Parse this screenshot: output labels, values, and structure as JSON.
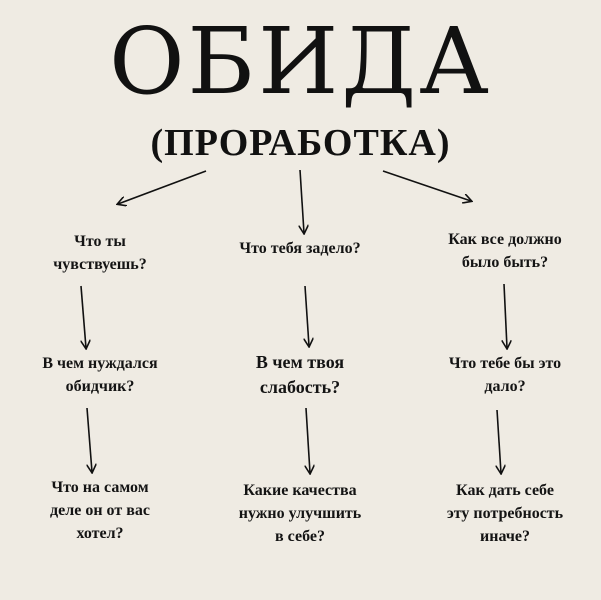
{
  "title": "ОБИДА",
  "subtitle": "(ПРОРАБОТКА)",
  "columns": [
    {
      "q1": "Что ты\nчувствуешь?",
      "q2": "В чем нуждался\nобидчик?",
      "q3": "Что на самом\nделе он от вас\nхотел?"
    },
    {
      "q1": "Что тебя задело?",
      "q2": "В чем твоя\nслабость?",
      "q3": "Какие качества\nнужно улучшить\nв себе?"
    },
    {
      "q1": "Как все должно\nбыло быть?",
      "q2": "Что тебе бы это\nдало?",
      "q3": "Как дать себе\nэту потребность\nиначе?"
    }
  ]
}
